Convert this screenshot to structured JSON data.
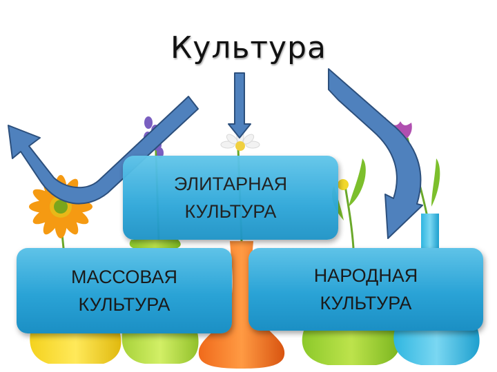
{
  "diagram": {
    "title": "Культура",
    "nodes": {
      "elite": {
        "line1": "ЭЛИТАРНАЯ",
        "line2": "КУЛЬТУРА"
      },
      "mass": {
        "line1": "МАССОВАЯ",
        "line2": "КУЛЬТУРА"
      },
      "folk": {
        "line1": "НАРОДНАЯ",
        "line2": "КУЛЬТУРА"
      }
    },
    "arrow_color": "#4f81bd",
    "arrow_outline": "#2c4f7c",
    "box_color": "#2aa3d6"
  }
}
